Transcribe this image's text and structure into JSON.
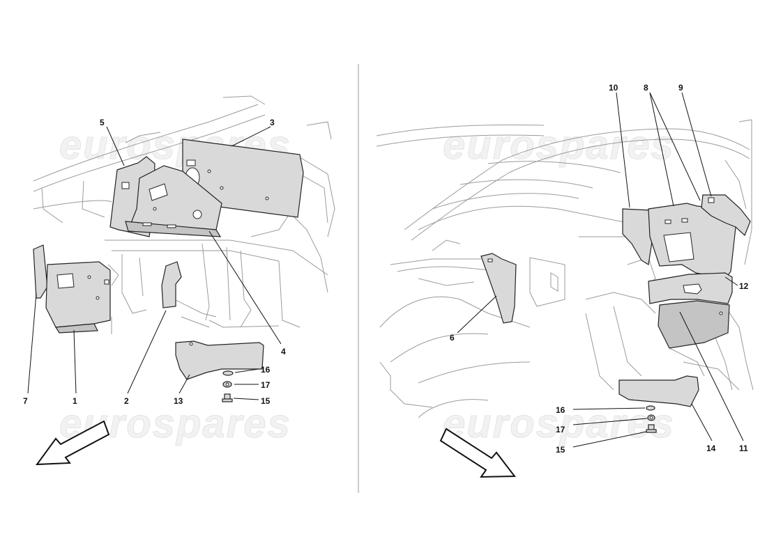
{
  "watermark": "eurospares",
  "left_panel": {
    "callouts": {
      "c1": "1",
      "c2": "2",
      "c3": "3",
      "c4": "4",
      "c5": "5",
      "c7": "7",
      "c13": "13",
      "c15": "15",
      "c16": "16",
      "c17": "17"
    }
  },
  "right_panel": {
    "callouts": {
      "c6": "6",
      "c8": "8",
      "c9": "9",
      "c10": "10",
      "c11": "11",
      "c12": "12",
      "c14": "14",
      "c15": "15",
      "c16": "16",
      "c17": "17"
    }
  }
}
